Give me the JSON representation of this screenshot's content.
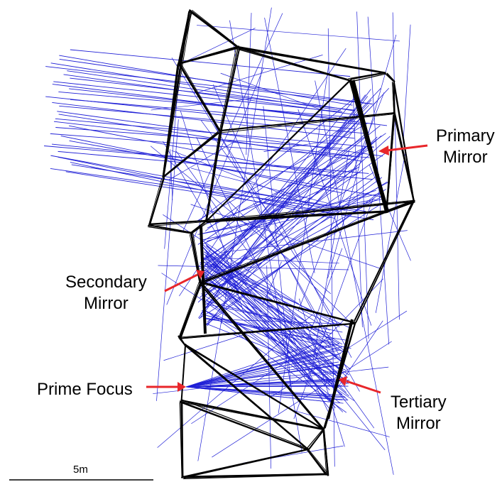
{
  "labels": {
    "primary_line1": "Primary",
    "primary_line2": "Mirror",
    "secondary_line1": "Secondary",
    "secondary_line2": "Mirror",
    "prime_focus": "Prime Focus",
    "tertiary_line1": "Tertiary",
    "tertiary_line2": "Mirror"
  },
  "scale_bar": {
    "label": "5m"
  },
  "colors": {
    "ray": "#1f1fd6",
    "structure": "#000000",
    "arrow": "#e8262a",
    "background": "#ffffff"
  }
}
